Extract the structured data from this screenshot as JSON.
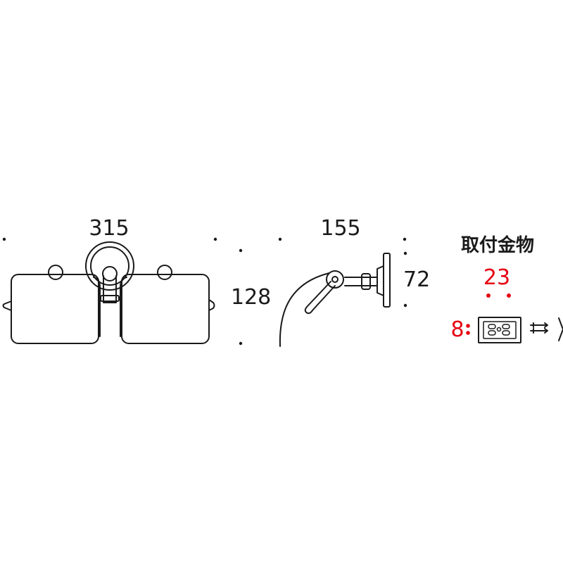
{
  "front_view": {
    "width_dim": "315",
    "height_dim": "128"
  },
  "side_view": {
    "depth_dim": "155",
    "mount_dim": "72"
  },
  "fittings": {
    "title": "取付金物",
    "top_count": "23",
    "side_count": "8",
    "accent_color": "#e60012"
  }
}
